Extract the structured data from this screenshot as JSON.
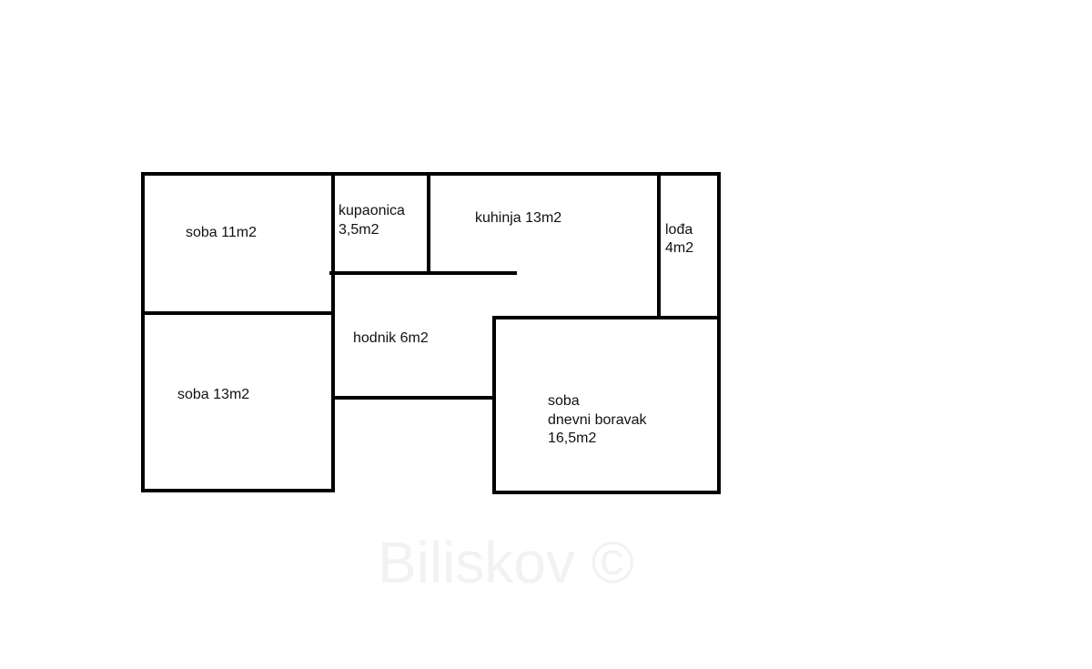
{
  "watermark": "Biliskov ©",
  "rooms": {
    "soba1": {
      "lines": [
        "soba 11m2"
      ]
    },
    "kupaonica": {
      "lines": [
        "kupaonica",
        "3,5m2"
      ]
    },
    "kuhinja": {
      "lines": [
        "kuhinja 13m2"
      ]
    },
    "loda": {
      "lines": [
        "lođa",
        "4m2"
      ]
    },
    "hodnik": {
      "lines": [
        "hodnik 6m2"
      ]
    },
    "soba2": {
      "lines": [
        "soba 13m2"
      ]
    },
    "dnevni": {
      "lines": [
        "soba",
        "dnevni boravak",
        "16,5m2"
      ]
    }
  },
  "colors": {
    "wall": "#000000",
    "watermark": "#f2f2f2"
  }
}
